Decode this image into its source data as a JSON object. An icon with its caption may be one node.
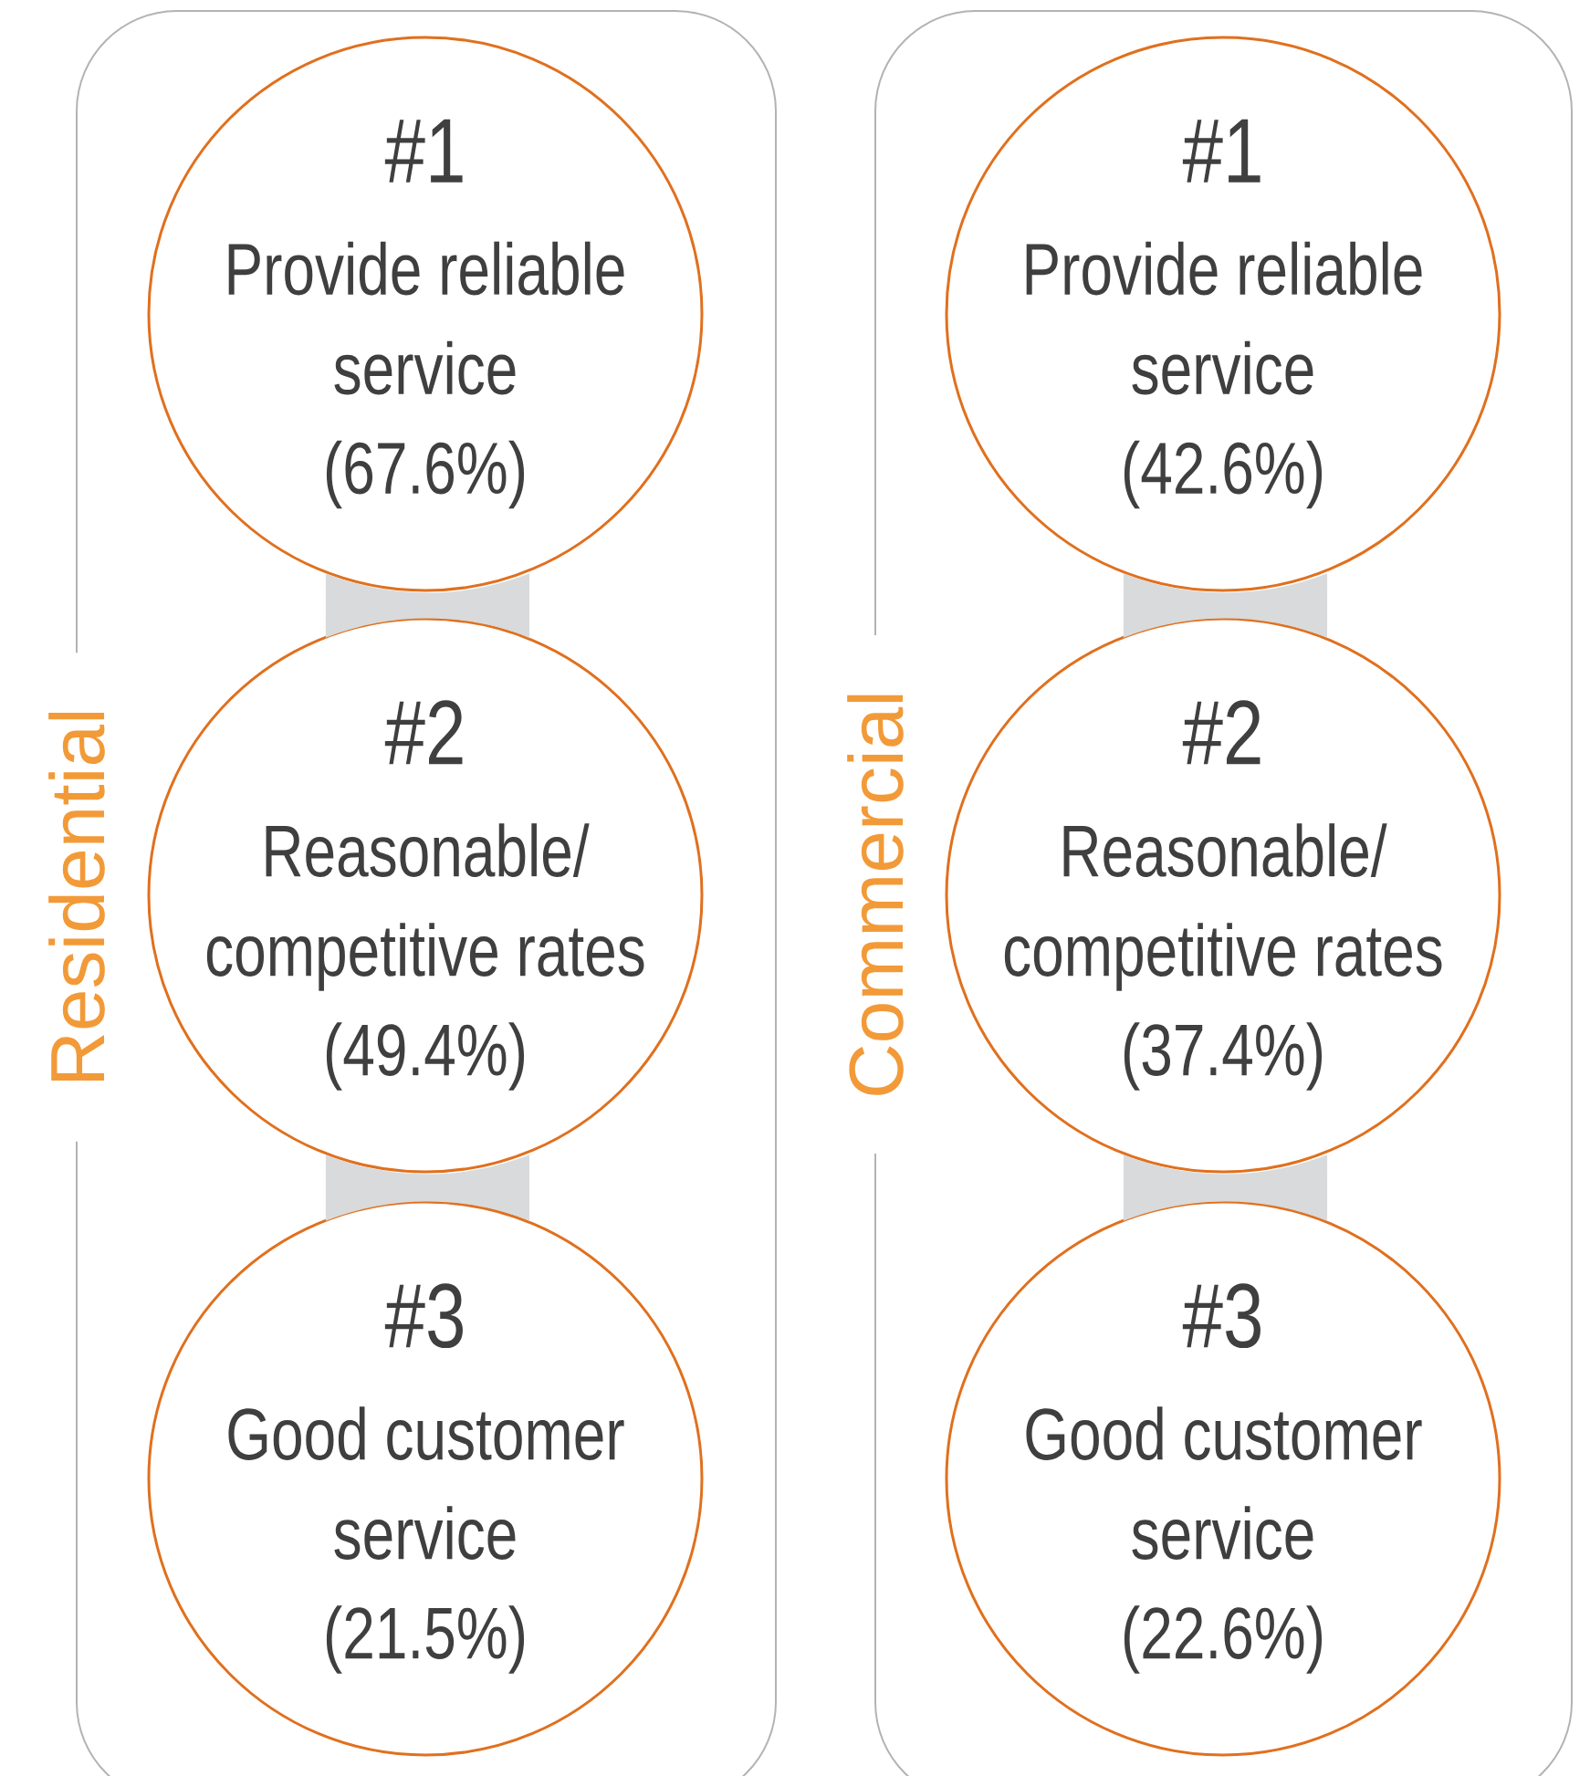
{
  "diagram": {
    "nodes": [
      {
        "text": [
          "Residential"
        ]
      },
      {
        "text": [
          "#1",
          "Provide reliable service",
          "(67.6%)"
        ],
        "in": 0
      },
      {
        "text": [
          "#2",
          "Reasonable/ competitive rates",
          "(49.4%)"
        ],
        "in": 0
      },
      {
        "text": [
          "#3",
          "Good customer service",
          "(21.5%)"
        ],
        "in": 0
      },
      {
        "text": [
          "Commercial"
        ]
      },
      {
        "text": [
          "#1",
          "Provide reliable service",
          "(42.6%)"
        ],
        "in": 4
      },
      {
        "text": [
          "#2",
          "Reasonable/ competitive rates",
          "(37.4%)"
        ],
        "in": 4
      },
      {
        "text": [
          "#3",
          "Good customer service",
          "(22.6%)"
        ],
        "in": 4
      }
    ],
    "edges": [
      {
        "from": 1,
        "to": 2,
        "arrow": "none",
        "style": "thick",
        "color": "#d9dadb"
      },
      {
        "from": 2,
        "to": 3,
        "arrow": "none",
        "style": "thick",
        "color": "#d9dadb"
      },
      {
        "from": 5,
        "to": 6,
        "arrow": "none",
        "style": "thick",
        "color": "#d9dadb"
      },
      {
        "from": 6,
        "to": 7,
        "arrow": "none",
        "style": "thick",
        "color": "#d9dadb"
      }
    ]
  }
}
